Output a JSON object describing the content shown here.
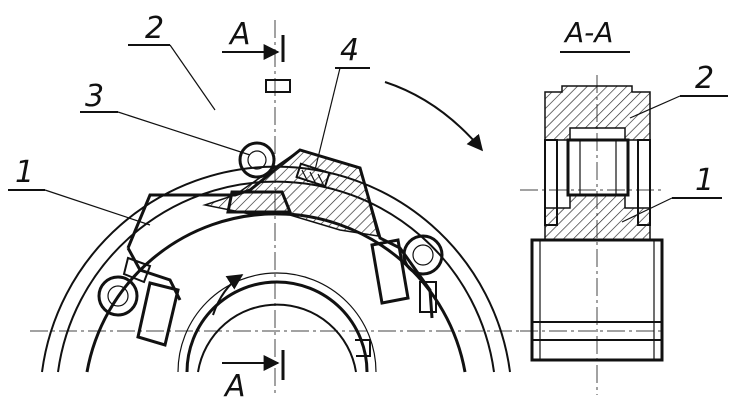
{
  "labels": {
    "section_title": "A-A",
    "cut_mark_top": "A",
    "cut_mark_bottom": "A",
    "part_1": "1",
    "part_2": "2",
    "part_3": "3",
    "part_4": "4",
    "section_part_2": "2",
    "section_part_1": "1"
  },
  "colors": {
    "ink": "#111111",
    "paper": "#ffffff"
  }
}
